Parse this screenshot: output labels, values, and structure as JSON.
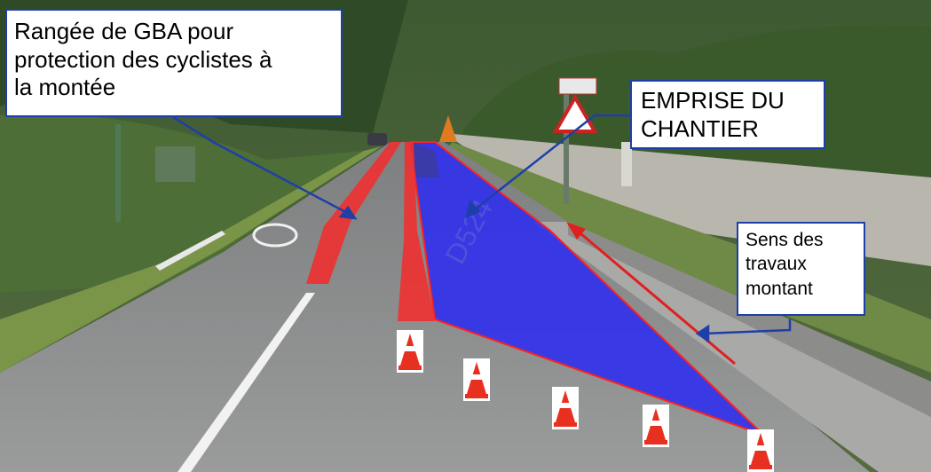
{
  "callouts": {
    "cyclists_protection": {
      "lines": [
        "Rangée de GBA pour",
        "protection des cyclistes à",
        "la montée"
      ]
    },
    "work_zone": {
      "lines": [
        "EMPRISE DU",
        "CHANTIER"
      ]
    },
    "work_direction": {
      "lines": [
        "Sens des",
        "travaux",
        "montant"
      ]
    }
  },
  "road": {
    "marking": "D524"
  },
  "colors": {
    "work_zone_fill": "#2e2ef0",
    "barrier_red": "#f03030",
    "arrow_blue": "#1f3fa8",
    "arrow_red": "#e02020",
    "callout_border": "#1f3fa8"
  },
  "icons": [
    "traffic-cone-icon",
    "warning-sign-icon",
    "speed-limit-marking-icon",
    "direction-arrow-icon"
  ]
}
